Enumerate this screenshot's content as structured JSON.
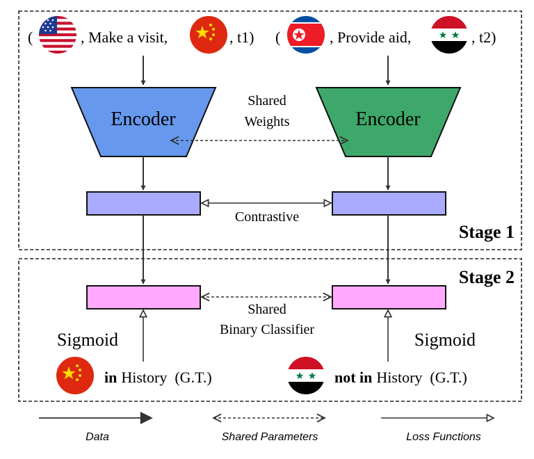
{
  "stage1": {
    "label": "Stage 1",
    "left_event": {
      "open_paren": "(",
      "subject_flag": "us-flag-icon",
      "relation": ", Make a visit,",
      "object_flag": "china-flag-icon",
      "tail": ", t1)"
    },
    "right_event": {
      "open_paren": "(",
      "subject_flag": "north-korea-flag-icon",
      "relation": ", Provide aid,",
      "object_flag": "syria-flag-icon",
      "tail": ", t2)"
    },
    "encoder_label": "Encoder",
    "shared_weights_line1": "Shared",
    "shared_weights_line2": "Weights",
    "contrastive_label": "Contrastive"
  },
  "stage2": {
    "label": "Stage 2",
    "shared_classifier_line1": "Shared",
    "shared_classifier_line2": "Binary Classifier",
    "sigmoid_label": "Sigmoid",
    "left_gt": {
      "flag": "china-flag-icon",
      "bold": "in",
      "text": "History  (G.T.)"
    },
    "right_gt": {
      "flag": "syria-flag-icon",
      "bold": "not in",
      "text": "History  (G.T.)"
    }
  },
  "legend": {
    "data": "Data",
    "shared_parameters": "Shared Parameters",
    "loss_functions": "Loss Functions"
  },
  "colors": {
    "encoder_left": "#6699ee",
    "encoder_right": "#3da86a",
    "embedding": "#aaaaff",
    "classifier": "#ffaaff"
  }
}
